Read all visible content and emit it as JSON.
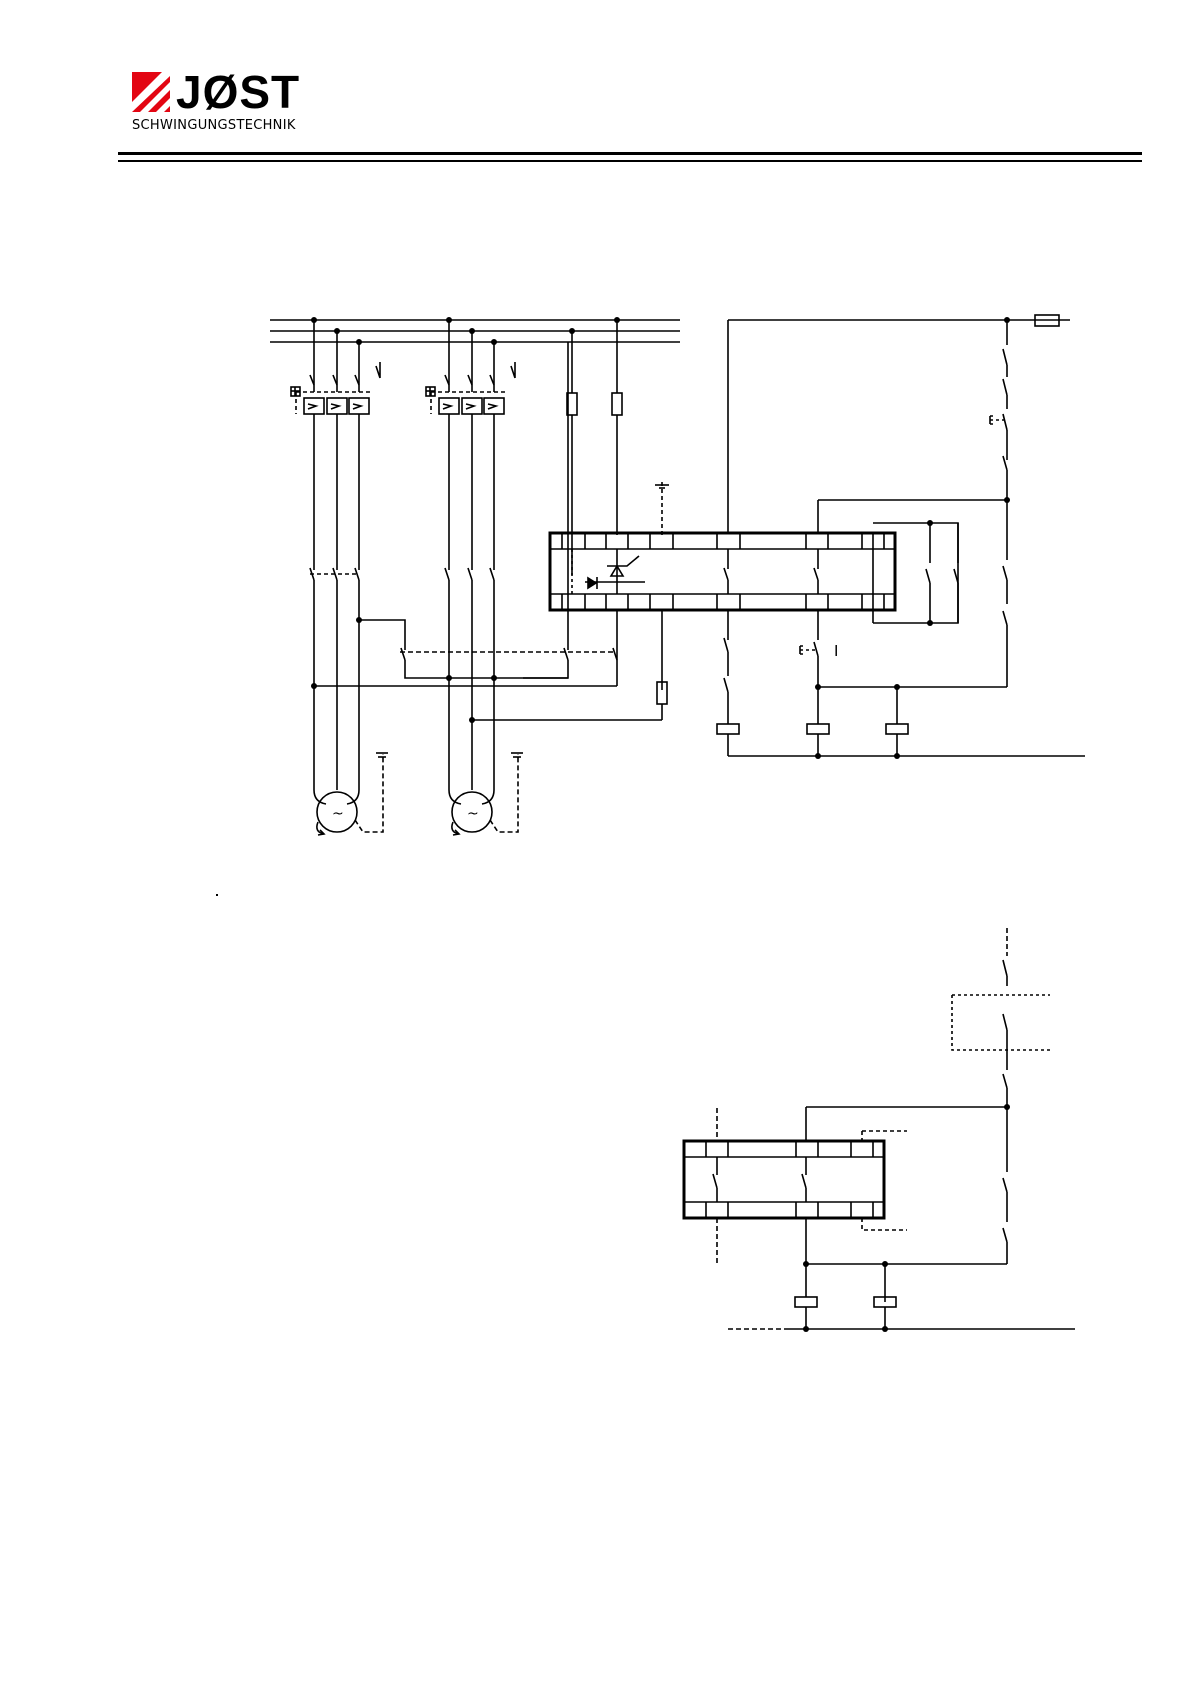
{
  "header": {
    "logo_word": "JØST",
    "logo_subtitle": "SCHWINGUNGSTECHNIK",
    "logo_color": "#e30613"
  },
  "symbols": {
    "coil_rect": "coil",
    "motor_tilde": "~",
    "fuse_rect": "fuse",
    "timer_marker": "I"
  }
}
